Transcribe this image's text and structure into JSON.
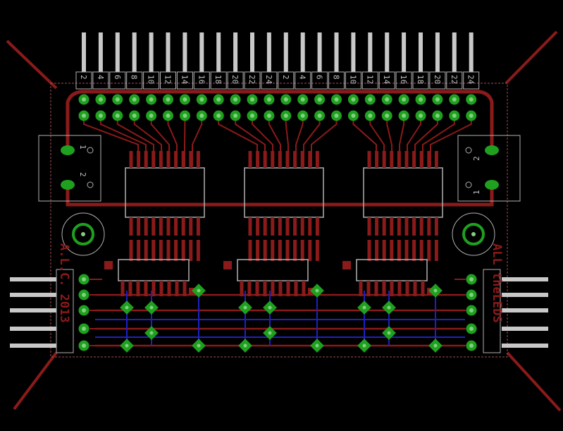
{
  "colors": {
    "background": "#000000",
    "copper_top": "#8b1a1a",
    "copper_bottom": "#2020c0",
    "pad_ring": "#1fa01f",
    "pad_hole": "#7fd07f",
    "silkscreen": "#c0c0c0",
    "outline": "#b0b0b0"
  },
  "header": {
    "pin_labels": [
      "2",
      "4",
      "6",
      "8",
      "10",
      "12",
      "14",
      "16",
      "18",
      "20",
      "22",
      "24",
      "2",
      "4",
      "6",
      "8",
      "10",
      "12",
      "14",
      "16",
      "18",
      "20",
      "22",
      "24"
    ]
  },
  "connectors": {
    "left_pin_labels": [
      "1",
      "2"
    ],
    "right_pin_labels": [
      "2",
      "1"
    ]
  },
  "silkscreen": {
    "left_text": "A.L.C. 2013",
    "right_text": "ALL theLEDS"
  }
}
